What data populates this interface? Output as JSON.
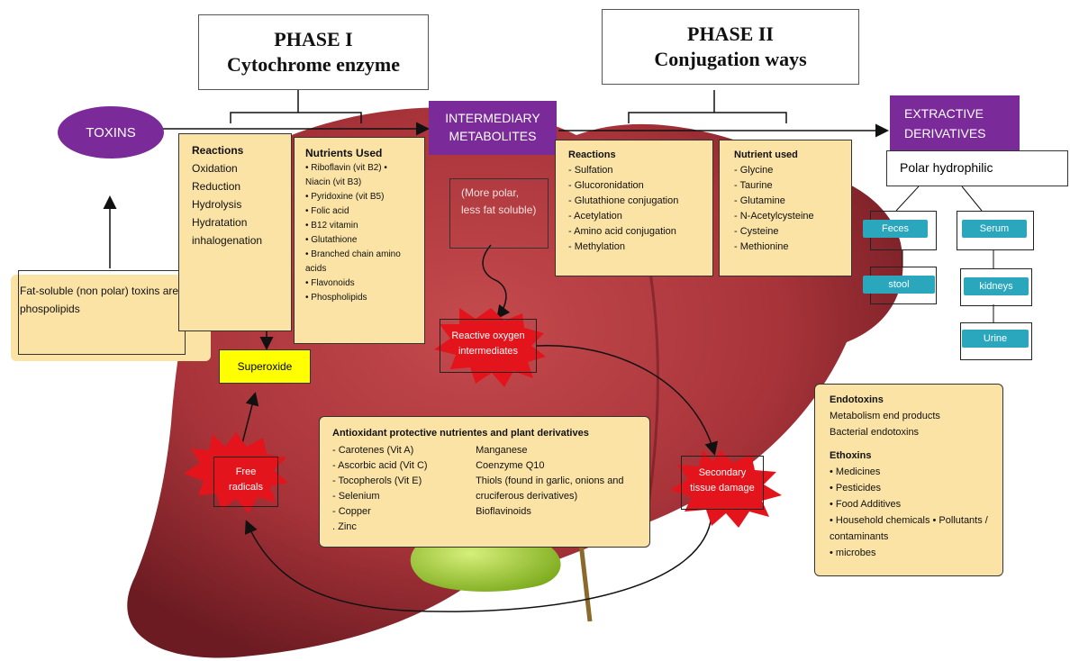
{
  "phase1": {
    "title": "PHASE I",
    "subtitle": "Cytochrome enzyme"
  },
  "phase2": {
    "title": "PHASE II",
    "subtitle": "Conjugation ways"
  },
  "toxins": "TOXINS",
  "intermediary": {
    "line1": "INTERMEDIARY",
    "line2": "METABOLITES"
  },
  "extractive": {
    "line1": "EXTRACTIVE",
    "line2": "DERIVATIVES"
  },
  "polar_hydrophilic": "Polar hydrophilic",
  "fat_soluble": "Fat-soluble (non polar) toxins are phospolipids",
  "phase1_reactions": {
    "title": "Reactions",
    "items": [
      "Oxidation",
      "Reduction",
      "Hydrolysis",
      "Hydratation",
      "inhalogenation"
    ]
  },
  "phase1_nutrients": {
    "title": "Nutrients Used",
    "items": [
      "• Riboflavin (vit B2) • Niacin  (vit B3)",
      "• Pyridoxine (vit B5)",
      "• Folic acid",
      "• B12 vitamin",
      "• Glutathione",
      "• Branched chain amino acids",
      "• Flavonoids",
      "• Phospholipids"
    ]
  },
  "more_polar": "(More polar, less fat soluble)",
  "phase2_reactions": {
    "title": "Reactions",
    "items": [
      "- Sulfation",
      "- Glucoronidation",
      "- Glutathione conjugation",
      "- Acetylation",
      "- Amino acid conjugation",
      "- Methylation"
    ]
  },
  "phase2_nutrients": {
    "title": "Nutrient used",
    "items": [
      "- Glycine",
      "- Taurine",
      "- Glutamine",
      "- N-Acetylcysteine",
      "- Cysteine",
      "- Methionine"
    ]
  },
  "excretion": {
    "feces": "Feces",
    "stool": "stool",
    "serum": "Serum",
    "kidneys": "kidneys",
    "urine": "Urine"
  },
  "reactive_oxygen": {
    "line1": "Reactive oxygen",
    "line2": "intermediates"
  },
  "superoxide": "Superoxide",
  "free_radicals": {
    "line1": "Free",
    "line2": "radicals"
  },
  "secondary_damage": {
    "line1": "Secondary",
    "line2": "tissue damage"
  },
  "antioxidant": {
    "title": "Antioxidant protective nutrientes and plant derivatives",
    "col1": [
      "- Carotenes (Vit A)",
      "- Ascorbic acid (Vit C)",
      "- Tocopherols (Vit E)",
      "- Selenium",
      "- Copper",
      ". Zinc"
    ],
    "col2": [
      "Manganese",
      "Coenzyme Q10",
      "Thiols (found in garlic, onions and cruciferous derivatives)",
      "Bioflavinoids"
    ]
  },
  "endotoxins": {
    "title": "Endotoxins",
    "items": [
      "Metabolism end products",
      "Bacterial endotoxins"
    ],
    "ethoxins_title": "Ethoxins",
    "ethoxins_items": [
      "• Medicines",
      "• Pesticides",
      "• Food Additives",
      "• Household chemicals • Pollutants / contaminants",
      "• microbes"
    ]
  },
  "colors": {
    "liver": "#a8343a",
    "liver_dark": "#7c1f27",
    "purple": "#7b2a9a",
    "note": "#fbe3a6",
    "teal": "#2aa6bd",
    "red": "#e3141c",
    "yellow": "#ffff00"
  }
}
